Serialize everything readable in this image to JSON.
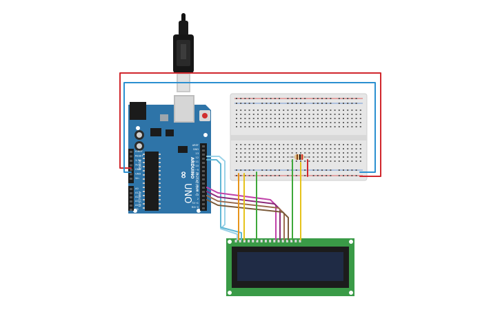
{
  "board": {
    "brand_mark": "∞",
    "model": "UNO",
    "name": "ARDUINO",
    "digital_header_label": "DIGITAL (PWM ~)",
    "power_header_label": "POWER",
    "analog_header_label": "ANALOG IN",
    "digital_pins": [
      "AREF",
      "GND",
      "13",
      "12",
      "~11",
      "~10",
      "~9",
      "8",
      "7",
      "~6",
      "~5",
      "4",
      "~3",
      "2",
      "TX→1",
      "RX←0"
    ],
    "power_pins": [
      "IOREF",
      "RESET",
      "3.3V",
      "5V",
      "GND",
      "GND",
      "Vin"
    ],
    "analog_pins": [
      "A0",
      "A1",
      "A2",
      "A3",
      "A4",
      "A5"
    ]
  },
  "colors": {
    "board_blue": "#2e74a8",
    "wire_red": "#d0262c",
    "wire_blue": "#2a8fd0",
    "lcd_green": "#3a9b47",
    "lcd_screen": "#1f2b45",
    "breadboard": "#e4e4e4"
  }
}
